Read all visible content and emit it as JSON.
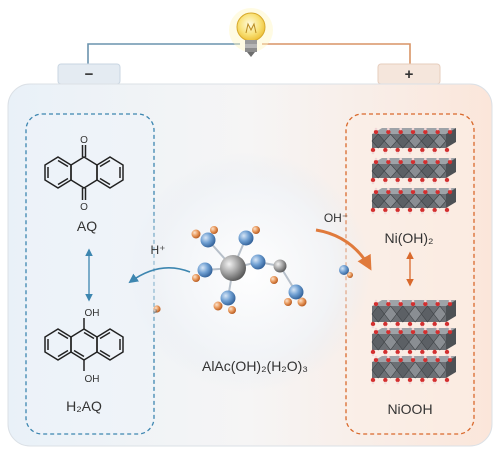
{
  "terminals": {
    "negative": "−",
    "positive": "+"
  },
  "labels": {
    "aq": "AQ",
    "h2aq": "H₂AQ",
    "oxygen": "O",
    "hydroxyl": "OH",
    "proton": "H⁺",
    "hydroxide": "OH⁻",
    "electrolyte": "AlAc(OH)₂(H₂O)₃",
    "nickel_hydroxide": "Ni(OH)₂",
    "nickel_oxyhydroxide": "NiOOH"
  },
  "colors": {
    "anode_accent": "#3d86b0",
    "cathode_accent": "#d9692c",
    "wire_left": "#6a93ad",
    "wire_right": "#d99466",
    "bulb": "#f4d24a"
  },
  "icons": {
    "bulb": "lightbulb-icon"
  }
}
